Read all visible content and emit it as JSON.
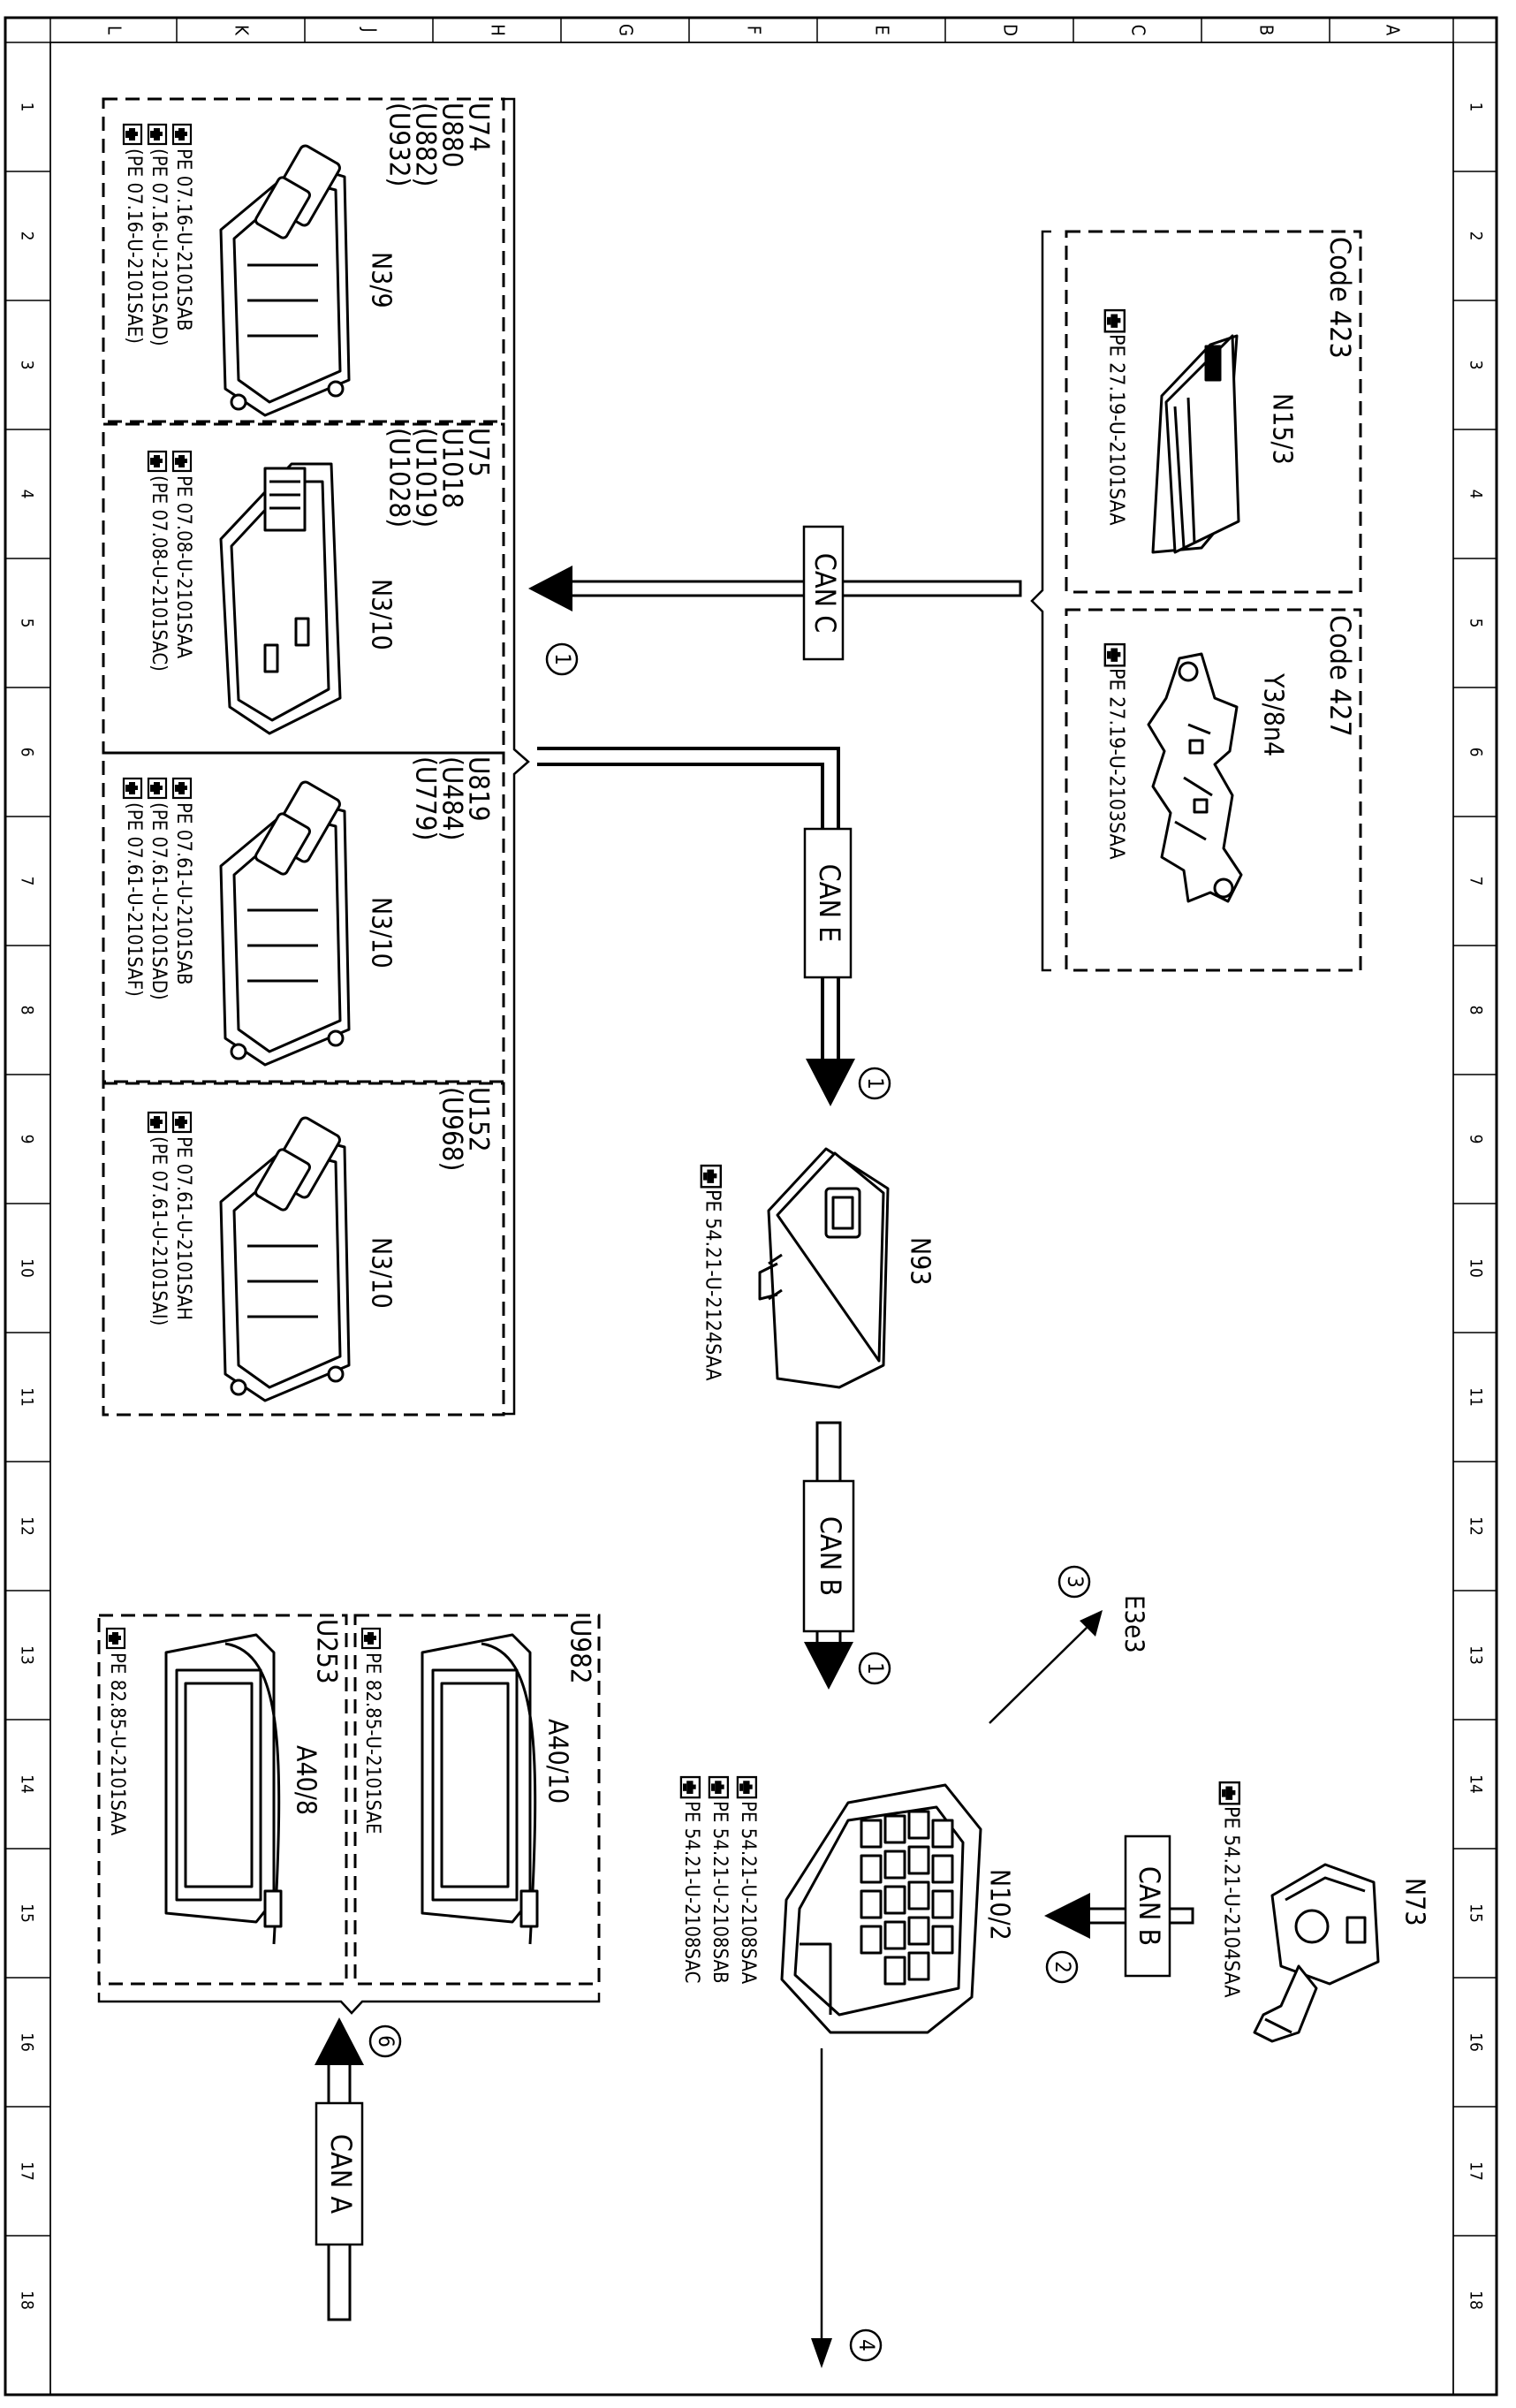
{
  "grid": {
    "top_letters": [
      "L",
      "K",
      "J",
      "H",
      "G",
      "F",
      "E",
      "D",
      "C",
      "B",
      "A"
    ],
    "side_numbers": [
      "1",
      "2",
      "3",
      "4",
      "5",
      "6",
      "7",
      "8",
      "9",
      "10",
      "11",
      "12",
      "13",
      "14",
      "15",
      "16",
      "17",
      "18"
    ]
  },
  "groups": {
    "right_top": {
      "code": "Code 423",
      "component": "N15/3",
      "pe": "PE 27.19-U-2101SAA"
    },
    "right_bottom": {
      "code": "Code 427",
      "component": "Y3/8n4",
      "pe": "PE 27.19-U-2103SAA"
    },
    "u74": {
      "codes": [
        "U74",
        "U880",
        "(U882)",
        "(U932)"
      ],
      "component": "N3/9",
      "pe": [
        "PE 07.16-U-2101SAB",
        "(PE 07.16-U-2101SAD)",
        "(PE 07.16-U-2101SAE)"
      ]
    },
    "u75": {
      "codes": [
        "U75",
        "U1018",
        "(U1019)",
        "(U1028)"
      ],
      "component": "N3/10",
      "pe": [
        "PE 07.08-U-2101SAA",
        "(PE 07.08-U-2101SAC)"
      ]
    },
    "u819": {
      "codes": [
        "U819",
        "(U484)",
        "(U779)"
      ],
      "component": "N3/10",
      "pe": [
        "PE 07.61-U-2101SAB",
        "(PE 07.61-U-2101SAD)",
        "(PE 07.61-U-2101SAF)"
      ]
    },
    "u152": {
      "codes": [
        "U152",
        "(U968)"
      ],
      "component": "N3/10",
      "pe": [
        "PE 07.61-U-2101SAH",
        "(PE 07.61-U-2101SAI)"
      ]
    },
    "n93": {
      "component": "N93",
      "pe": "PE 54.21-U-2124SAA"
    },
    "n73": {
      "component": "N73",
      "pe": "PE 54.21-U-2104SAA"
    },
    "n10": {
      "component": "N10/2",
      "pe": [
        "PE 54.21-U-2108SAA",
        "PE 54.21-U-2108SAB",
        "PE 54.21-U-2108SAC"
      ]
    },
    "e3e3": {
      "component": "E3e3"
    },
    "u982": {
      "code": "U982",
      "component": "A40/10",
      "pe": "PE 82.85-U-2101SAE"
    },
    "u253": {
      "code": "U253",
      "component": "A40/8",
      "pe": "PE 82.85-U-2101SAA"
    }
  },
  "buses": {
    "can_c": "CAN C",
    "can_e": "CAN E",
    "can_b_main": "CAN B",
    "can_b_n73": "CAN B",
    "can_a": "CAN A"
  },
  "markers": {
    "m1a": "1",
    "m1b": "1",
    "m1c": "1",
    "m2": "2",
    "m3": "3",
    "m4": "4",
    "m6": "6"
  }
}
